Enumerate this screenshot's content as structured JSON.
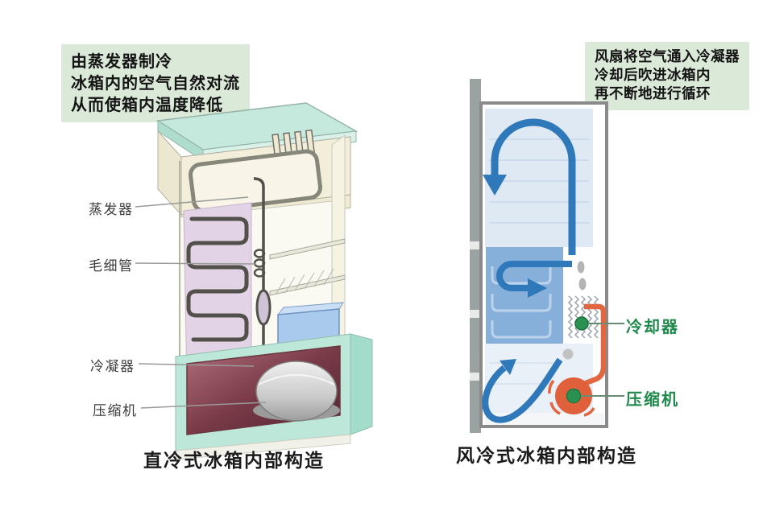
{
  "left_panel": {
    "note": {
      "0": "由蒸发器制冷",
      "1": "冰箱内的空气自然对流",
      "2": "从而使箱内温度降低"
    },
    "labels": {
      "evaporator": "蒸发器",
      "capillary": "毛细管",
      "condenser": "冷凝器",
      "compressor": "压缩机"
    },
    "caption": "直冷式冰箱内部构造"
  },
  "right_panel": {
    "note": {
      "0": "风扇将空气通入冷凝器",
      "1": "冷却后吹进冰箱内",
      "2": "再不断地进行循环"
    },
    "labels": {
      "cooler": "冷却器",
      "compressor": "压缩机"
    },
    "caption": "风冷式冰箱内部构造"
  },
  "colors": {
    "note_background": "#dbe9d8",
    "airflow_blue": "#2f78ba",
    "pipe_orange": "#e2663f",
    "marker_green": "#2a9150",
    "label_green": "#1f8a4c",
    "cabinet_teal": "#bce7d9",
    "evaporator_pink": "#e3d3e6",
    "condenser_maroon": "#6a323e",
    "drawer_blue": "#a9c9ed",
    "freezer_panel_blue": "#86afd9",
    "interior_light_blue": "#dfe9f4"
  }
}
